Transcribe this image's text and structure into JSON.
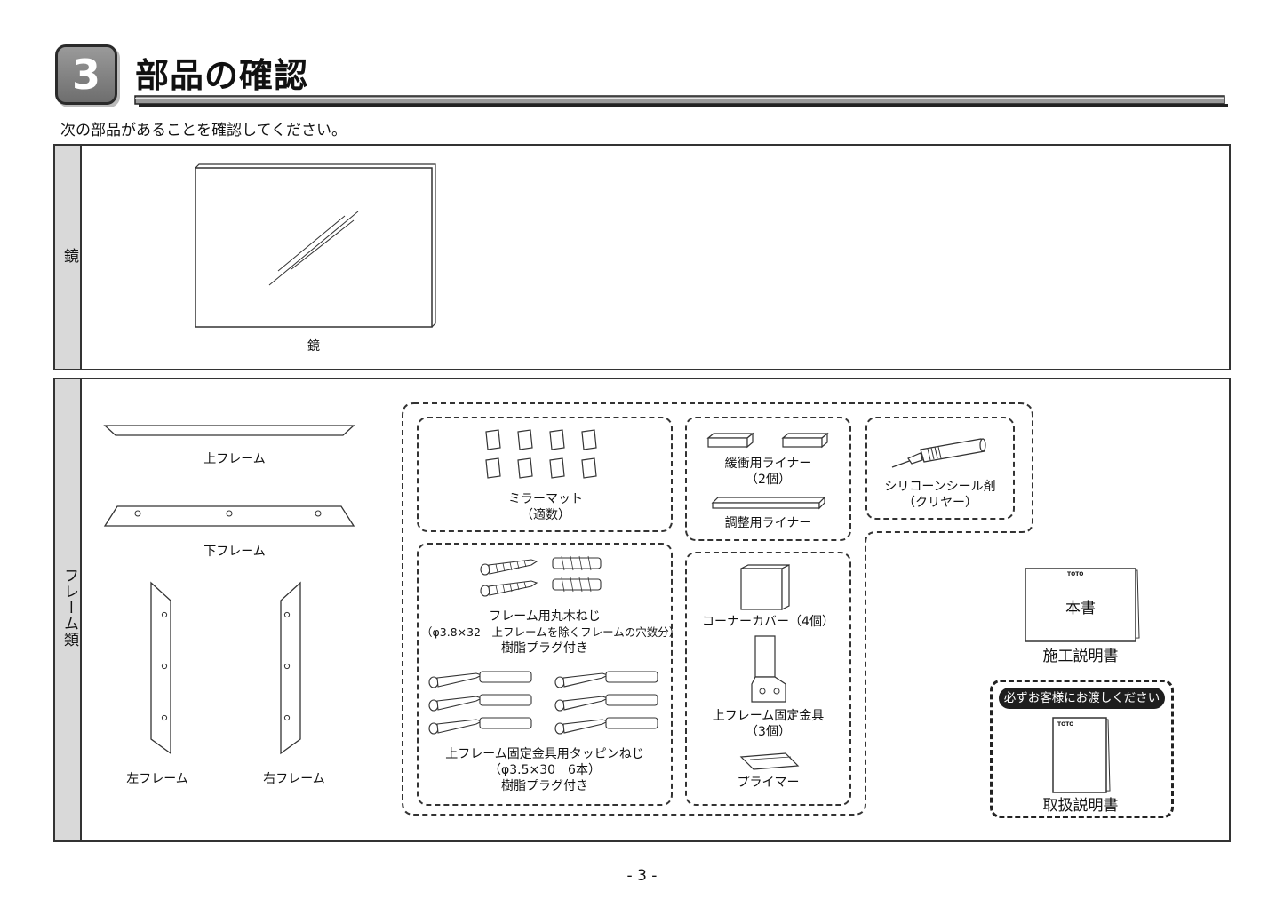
{
  "section": {
    "number": "3",
    "title": "部品の確認",
    "intro": "次の部品があることを確認してください。"
  },
  "mirror_panel": {
    "side_label": "鏡",
    "mirror_label": "鏡"
  },
  "frame_panel": {
    "side_label": "フレーム類",
    "top_frame": "上フレーム",
    "bottom_frame": "下フレーム",
    "left_frame": "左フレーム",
    "right_frame": "右フレーム",
    "mirror_mat": [
      "ミラーマット",
      "（適数）"
    ],
    "buffer_liner": [
      "緩衝用ライナー",
      "（2個）"
    ],
    "adjust_liner": "調整用ライナー",
    "silicone": [
      "シリコーンシール剤",
      "（クリヤー）"
    ],
    "wood_screw": [
      "フレーム用丸木ねじ",
      "（φ3.8×32　上フレームを除くフレームの穴数分）",
      "樹脂プラグ付き"
    ],
    "corner_cover": "コーナーカバー（4個）",
    "tapping_screw": [
      "上フレーム固定金具用タッピンねじ",
      "（φ3.5×30　6本）",
      "樹脂プラグ付き"
    ],
    "fixing_bracket": [
      "上フレーム固定金具",
      "（3個）"
    ],
    "primer": "プライマー",
    "install_manual_cover": "本書",
    "install_manual_brand": "TOTO",
    "install_manual": "施工説明書",
    "handover_notice": "必ずお客様にお渡しください",
    "user_manual_brand": "TOTO",
    "user_manual": "取扱説明書"
  },
  "page_number": "- 3 -"
}
